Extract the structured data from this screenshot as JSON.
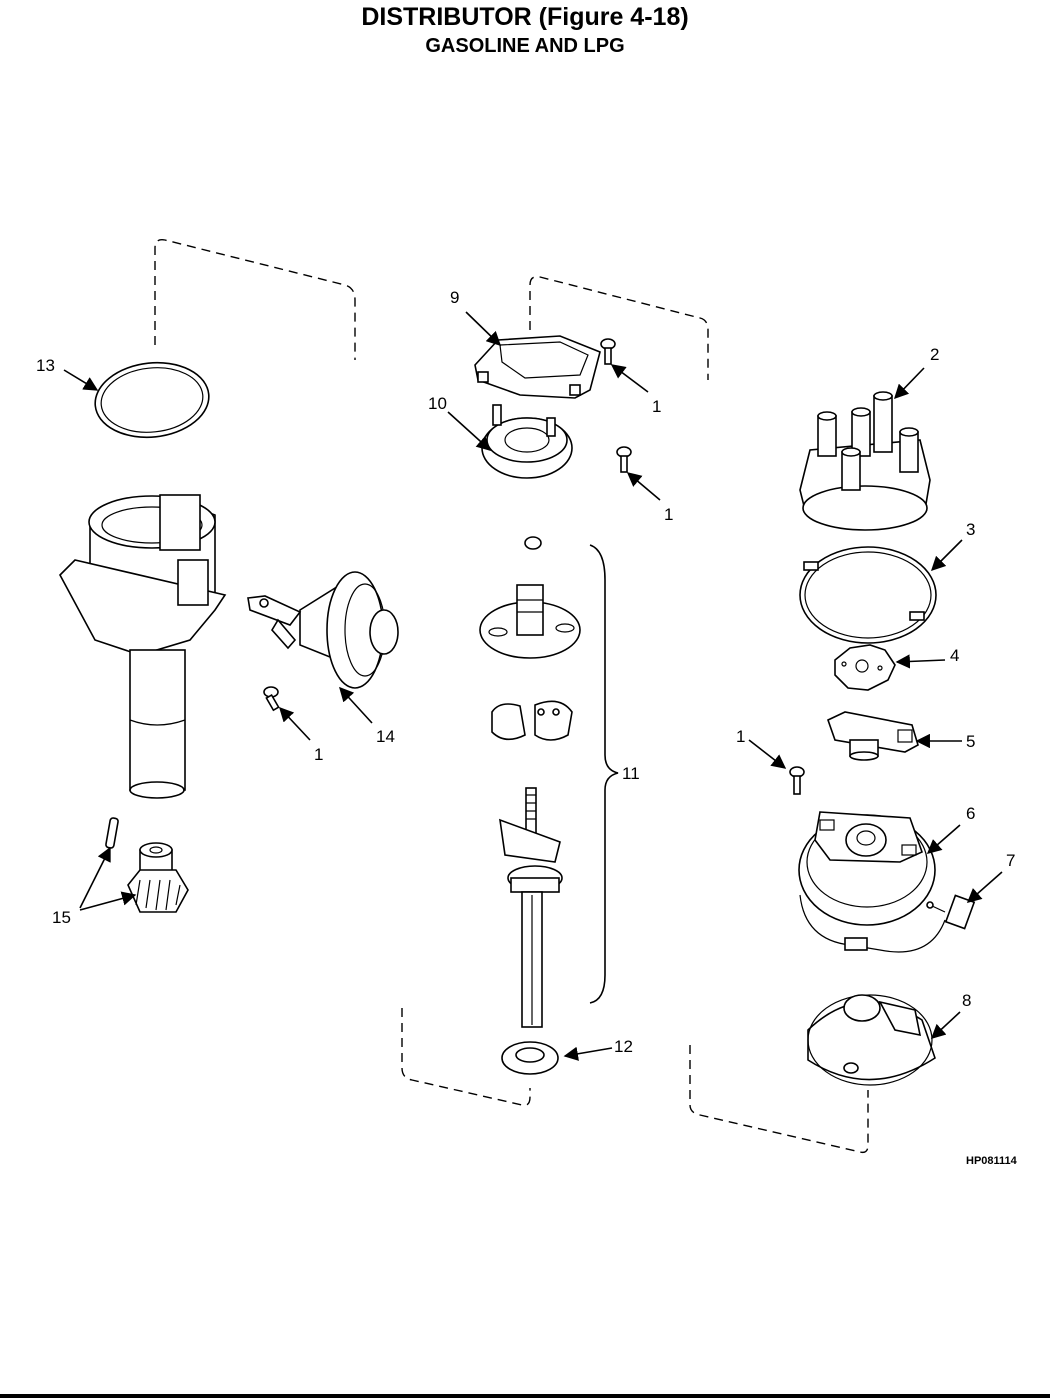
{
  "header": {
    "title": "DISTRIBUTOR (Figure 4-18)",
    "subtitle": "GASOLINE AND LPG"
  },
  "figure": {
    "code": "HP081114",
    "callouts": {
      "c1a": "1",
      "c1b": "1",
      "c1c": "1",
      "c1d": "1",
      "c2": "2",
      "c3": "3",
      "c4": "4",
      "c5": "5",
      "c6": "6",
      "c7": "7",
      "c8": "8",
      "c9": "9",
      "c10": "10",
      "c11": "11",
      "c12": "12",
      "c13": "13",
      "c14": "14",
      "c15": "15"
    }
  }
}
